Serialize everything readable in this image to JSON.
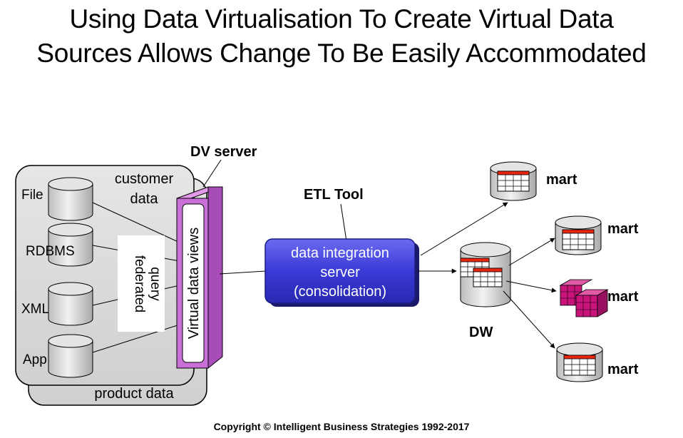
{
  "title_lines": [
    "Using Data Virtualisation To Create Virtual Data",
    "Sources Allows Change To Be Easily Accommodated"
  ],
  "sources": {
    "dv_server_label": "DV server",
    "customer_data_label": [
      "customer",
      "data"
    ],
    "product_data_label": "product data",
    "items": [
      {
        "label": "File"
      },
      {
        "label": "RDBMS"
      },
      {
        "label": "XML"
      },
      {
        "label": "App"
      }
    ],
    "federated_query_label": [
      "federated",
      "query"
    ],
    "virtual_views_label": "Virtual data views"
  },
  "etl": {
    "tool_label": "ETL Tool",
    "server_lines": [
      "data integration",
      "server",
      "(consolidation)"
    ]
  },
  "warehouse": {
    "label": "DW",
    "marts": [
      "mart",
      "mart",
      "mart",
      "mart"
    ]
  },
  "colors": {
    "server_box": "#3a3ad8",
    "virtual_views": "#c86fd8",
    "mart_header": "#e8260f",
    "cube": "#c8147a"
  },
  "footer": "Copyright © Intelligent Business Strategies 1992-2017"
}
